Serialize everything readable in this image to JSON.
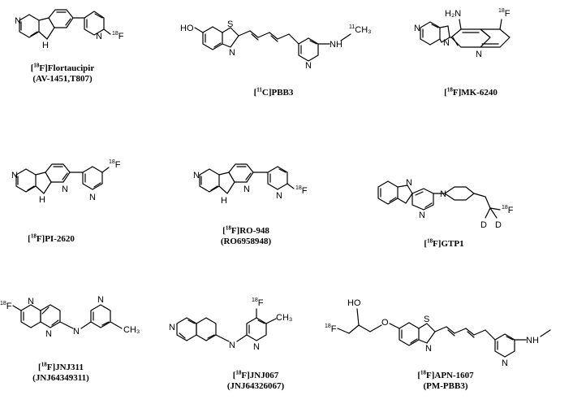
{
  "compounds": [
    {
      "iso": "18",
      "rest": "F]Flortaucipir",
      "line2": "(AV-1451,T807)"
    },
    {
      "iso": "11",
      "rest": "C]PBB3",
      "line2": ""
    },
    {
      "iso": "18",
      "rest": "F]MK-6240",
      "line2": ""
    },
    {
      "iso": "18",
      "rest": "F]PI-2620",
      "line2": ""
    },
    {
      "iso": "18",
      "rest": "F]RO-948",
      "line2": "(RO6958948)"
    },
    {
      "iso": "18",
      "rest": "F]GTP1",
      "line2": ""
    },
    {
      "iso": "18",
      "rest": "F]JNJ311",
      "line2": "(JNJ64349311)"
    },
    {
      "iso": "18",
      "rest": "F]JNJ067",
      "line2": "(JNJ64326067)"
    },
    {
      "iso": "18",
      "rest": "F]APN-1607",
      "line2": "(PM-PBB3)"
    }
  ],
  "atoms": {
    "N": "N",
    "NH": "NH",
    "H": "H",
    "S": "S",
    "F": "F",
    "HO": "HO",
    "NH2": "H₂N",
    "CH3": "CH₃",
    "D": "D",
    "iso18": "18",
    "iso11": "11"
  }
}
